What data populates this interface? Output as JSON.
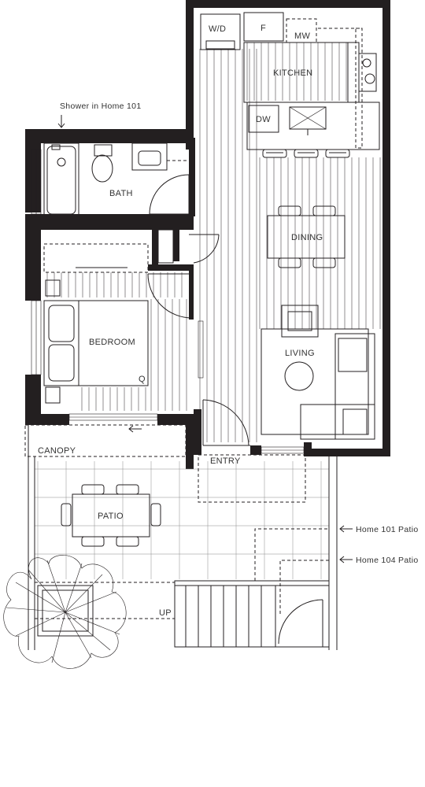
{
  "rooms": {
    "kitchen": "KITCHEN",
    "bath": "BATH",
    "dining": "DINING",
    "bedroom": "BEDROOM",
    "living": "LIVING",
    "entry": "ENTRY",
    "canopy": "CANOPY",
    "patio": "PATIO"
  },
  "appliances": {
    "washer_dryer": "W/D",
    "fridge": "F",
    "microwave": "MW",
    "dishwasher": "DW",
    "bed_size": "Q"
  },
  "annotations": {
    "shower_note": "Shower in Home 101",
    "home101_patio": "Home 101 Patio",
    "home104_patio": "Home 104 Patio",
    "stairs_up": "UP"
  },
  "colors": {
    "wall": "#231f20",
    "line": "#231f20",
    "background": "#ffffff"
  }
}
